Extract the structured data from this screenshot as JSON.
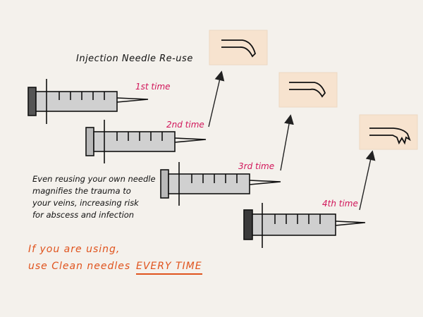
{
  "title": "Injection Needle Re-use",
  "labels": {
    "first": "1st time",
    "second": "2nd time",
    "third": "3rd time",
    "fourth": "4th time"
  },
  "note_lines": [
    "Even reusing your own needle",
    "magnifies the trauma to",
    "your veins, increasing risk",
    "for abscess and infection"
  ],
  "message": {
    "line1": "If you are using,",
    "line2_prefix": "use  Clean needles",
    "emphasis": "EVERY TIME"
  },
  "colors": {
    "ink": "#111111",
    "label": "#d1165a",
    "message": "#e0531d",
    "barrel": "#d0d0d0",
    "box": "#f7e3cf"
  }
}
